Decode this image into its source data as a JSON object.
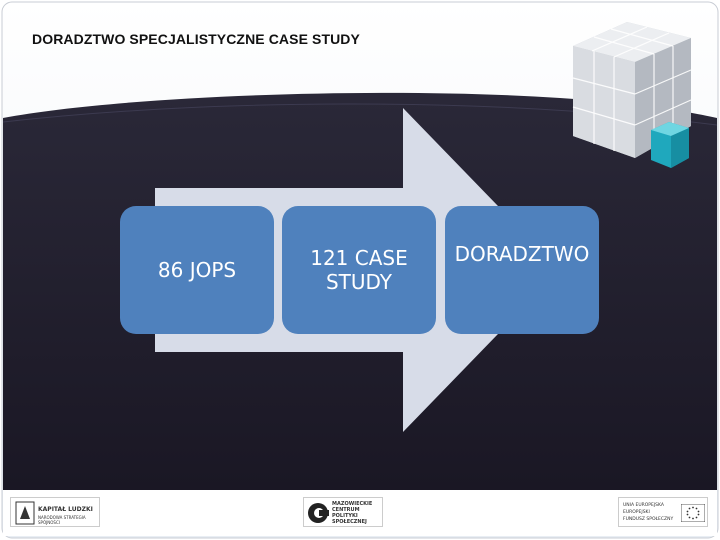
{
  "slide": {
    "title": "DORADZTWO SPECJALISTYCZNE CASE STUDY",
    "steps": [
      "86 JOPS",
      "121 CASE STUDY",
      "DORADZTWO"
    ]
  },
  "footer": {
    "logo_left_line1": "KAPITAŁ LUDZKI",
    "logo_left_line2": "NARODOWA STRATEGIA SPÓJNOŚCI",
    "logo_center_line1": "MAZOWIECKIE",
    "logo_center_line2": "CENTRUM",
    "logo_center_line3": "POLITYKI",
    "logo_center_line4": "SPOŁECZNEJ",
    "logo_right_line1": "UNIA EUROPEJSKA",
    "logo_right_line2": "EUROPEJSKI",
    "logo_right_line3": "FUNDUSZ SPOŁECZNY"
  },
  "colors": {
    "node_fill": "#4f81bd",
    "arrow_fill": "#d7dce8",
    "background_dark": "#1e1b2b",
    "cube_accent": "#2db5c8"
  }
}
